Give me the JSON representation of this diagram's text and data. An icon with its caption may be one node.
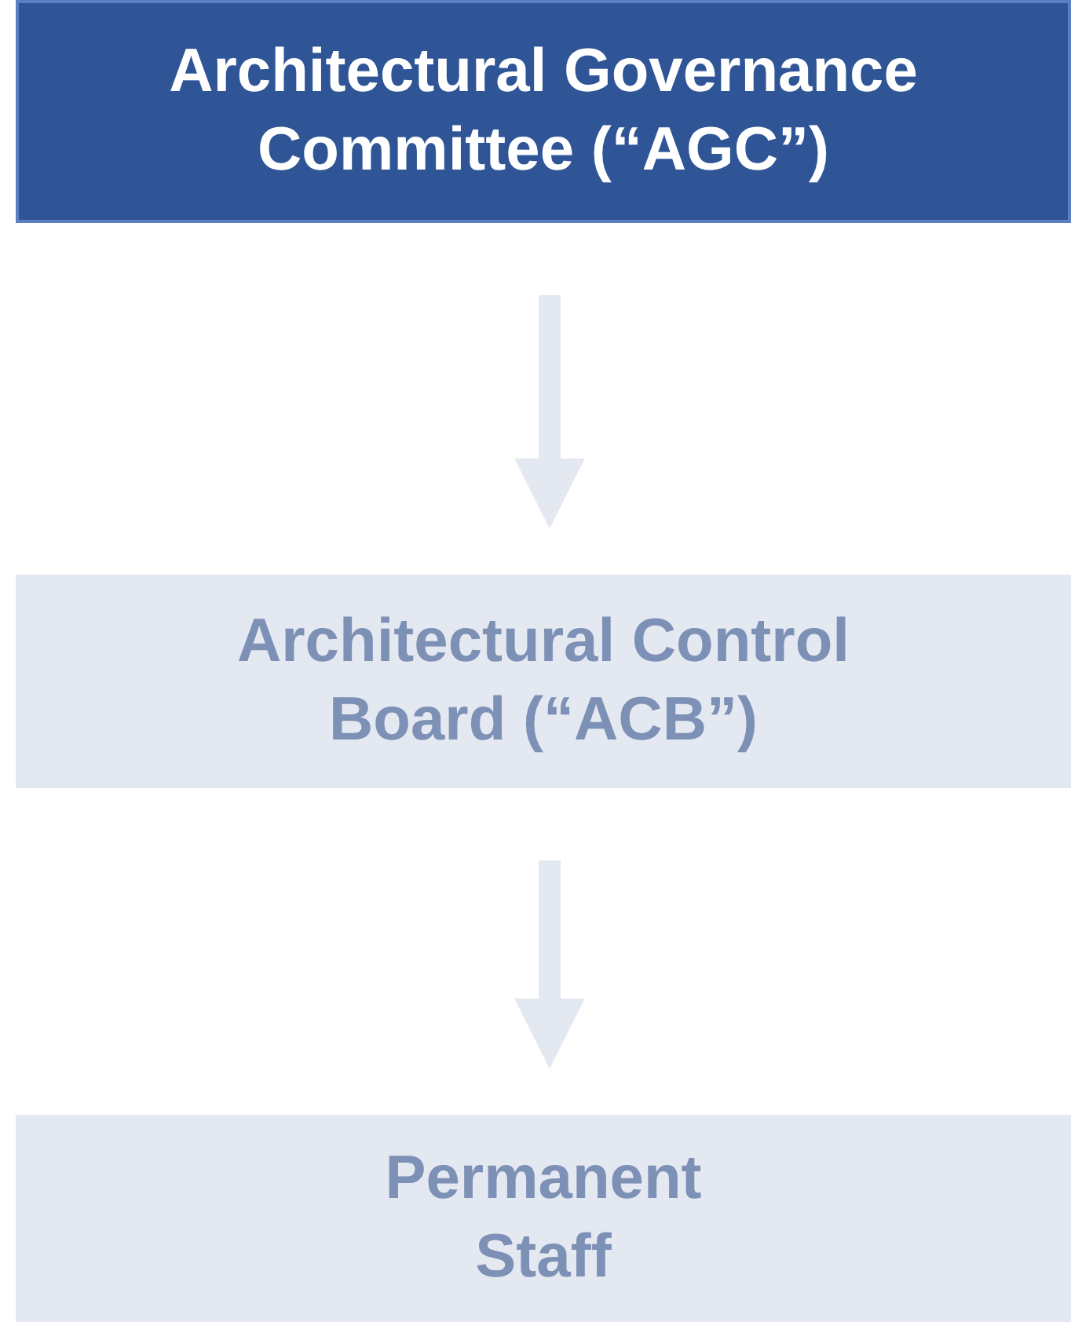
{
  "diagram": {
    "nodes": [
      {
        "text": [
          "Architectural Governance Committee (“AGC”)"
        ]
      },
      {
        "text": [
          "Architectural Control Board (“ACB”)"
        ]
      },
      {
        "text": [
          "Permanent Staff"
        ]
      }
    ],
    "edges": [
      {
        "from": 0,
        "to": 1,
        "arrow": "to"
      },
      {
        "from": 1,
        "to": 2,
        "arrow": "to"
      }
    ]
  }
}
